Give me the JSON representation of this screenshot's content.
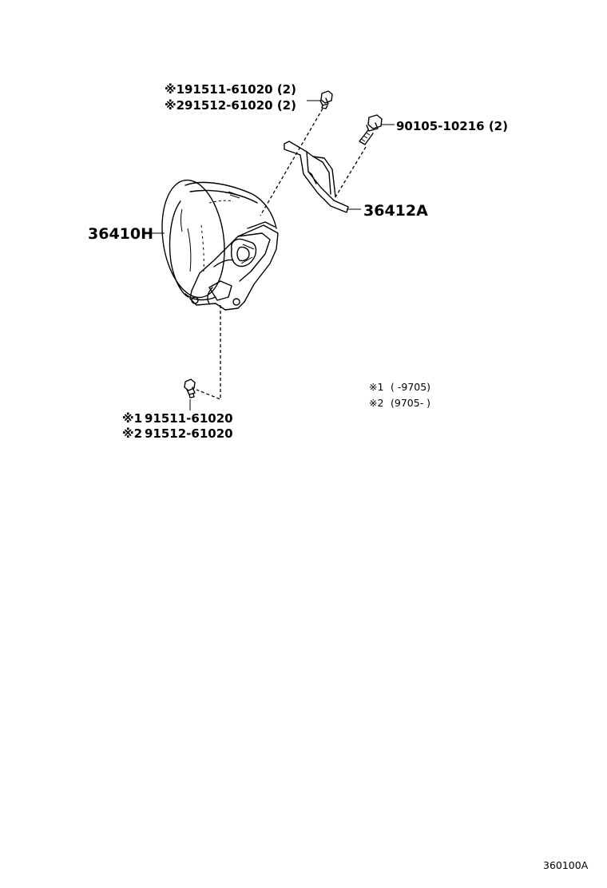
{
  "callouts": {
    "top_bolt": {
      "line1_mark": "※1",
      "line1_text": "91511-61020 (2)",
      "line2_mark": "※2",
      "line2_text": "91512-61020 (2)"
    },
    "right_bolt": {
      "text": "90105-10216 (2)"
    },
    "bracket": {
      "text": "36412A"
    },
    "actuator": {
      "text": "36410H"
    },
    "bottom_bolt": {
      "line1_mark": "※1",
      "line1_text": "91511-61020",
      "line2_mark": "※2",
      "line2_text": "91512-61020"
    }
  },
  "legend": {
    "note1_mark": "※1",
    "note1_text": "(      -9705)",
    "note2_mark": "※2",
    "note2_text": "(9705-      )"
  },
  "figure_code": "360100A",
  "icons": [
    "bolt-icon",
    "bolt-icon",
    "bolt-icon",
    "bracket-icon",
    "actuator-icon"
  ]
}
